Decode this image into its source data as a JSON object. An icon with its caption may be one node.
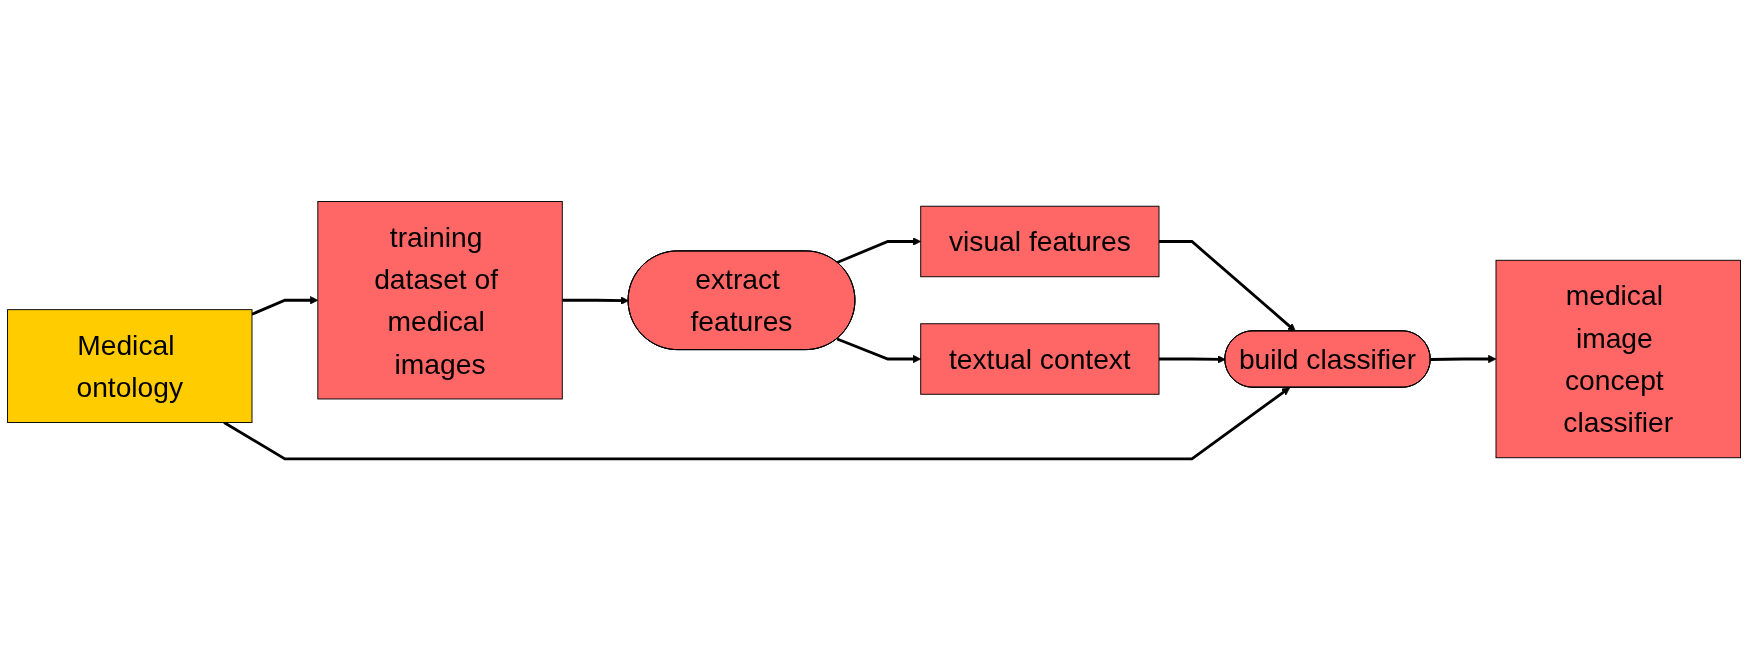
{
  "diagram": {
    "nodes": [
      {
        "text": [
          "training dataset of medical images"
        ]
      },
      {
        "text": [
          "extract features"
        ]
      },
      {
        "text": [
          "visual features"
        ]
      },
      {
        "text": [
          "textual context"
        ]
      },
      {
        "text": [
          "Medical ontology"
        ]
      },
      {
        "text": [
          "build classifier"
        ]
      },
      {
        "text": [
          "medical image concept classifier"
        ]
      }
    ],
    "edges": [
      {
        "from": 0,
        "to": 1,
        "arrow": "to"
      },
      {
        "from": 1,
        "to": 2,
        "arrow": "to"
      },
      {
        "from": 1,
        "to": 3,
        "arrow": "to"
      },
      {
        "from": 4,
        "to": 0,
        "arrow": "to"
      },
      {
        "from": 2,
        "to": 5,
        "arrow": "to"
      },
      {
        "from": 3,
        "to": 5,
        "arrow": "to"
      },
      {
        "from": 4,
        "to": 5,
        "arrow": "to"
      },
      {
        "from": 5,
        "to": 6,
        "arrow": "to"
      }
    ]
  }
}
